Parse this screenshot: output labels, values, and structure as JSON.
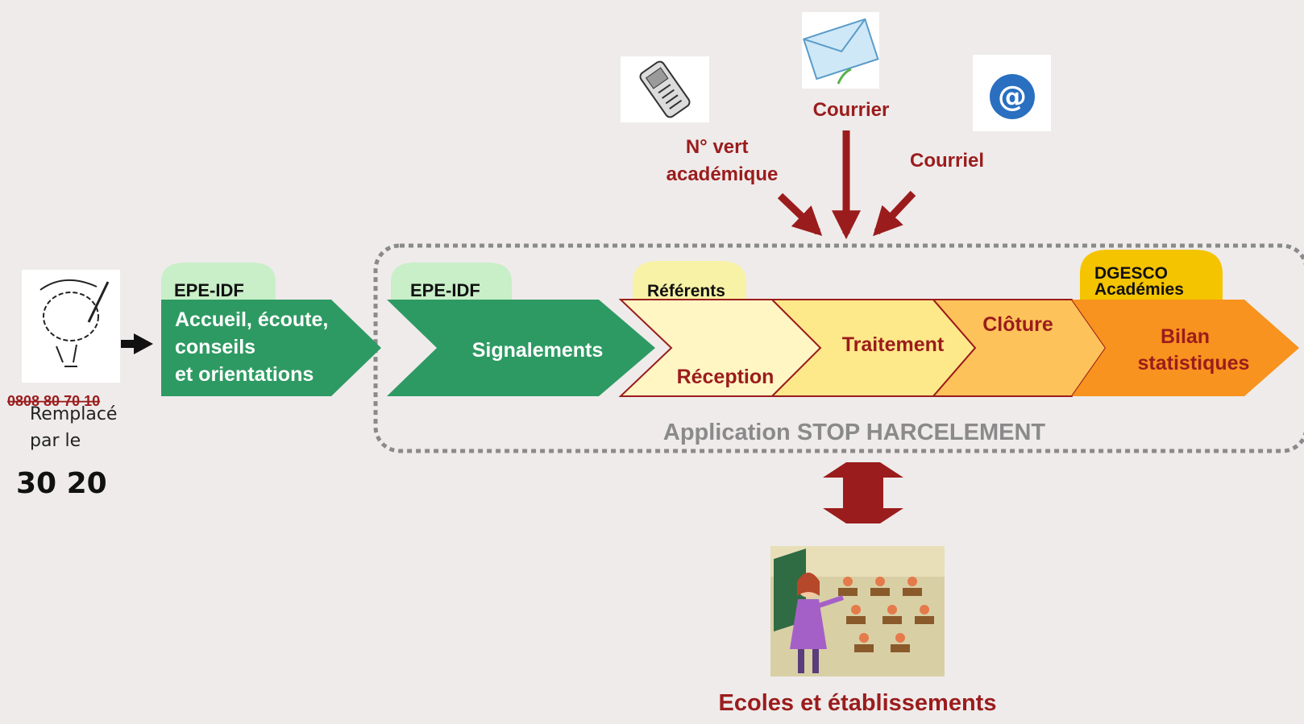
{
  "channels": {
    "phone_label_line1": "N° vert",
    "phone_label_line2": "académique",
    "mail_label": "Courrier",
    "email_label": "Courriel"
  },
  "left": {
    "old_number": "0808 80 70 10",
    "replaced_line1": "Remplacé",
    "replaced_line2": "par le",
    "new_number": "30 20"
  },
  "tabs": {
    "epe1": "EPE-IDF",
    "epe2": "EPE-IDF",
    "referents": "Référents",
    "dgesco_line1": "DGESCO",
    "dgesco_line2": "Académies"
  },
  "steps": {
    "accueil_line1": "Accueil, écoute,",
    "accueil_line2": "conseils",
    "accueil_line3": "et orientations",
    "signalements": "Signalements",
    "reception": "Réception",
    "traitement": "Traitement",
    "cloture": "Clôture",
    "bilan_line1": "Bilan",
    "bilan_line2": "statistiques"
  },
  "application_label": "Application STOP HARCELEMENT",
  "schools_label": "Ecoles et établissements",
  "colors": {
    "green": "#2e9a63",
    "dark_red": "#9b1c1c",
    "pale_yellow": "#fff6c4",
    "yellow": "#fde98a",
    "light_orange": "#fdc35a",
    "orange": "#f7931e",
    "tab_green": "#c8efc8",
    "tab_yellow": "#f8f2a6",
    "tab_gold": "#f5c400"
  },
  "icons": [
    "mobile-phone-icon",
    "envelope-icon",
    "at-sign-icon",
    "child-on-phone-icon",
    "classroom-illustration"
  ]
}
